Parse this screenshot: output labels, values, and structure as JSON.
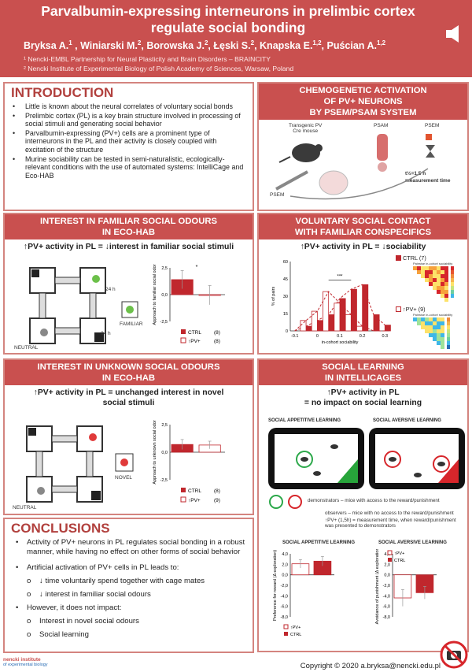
{
  "header": {
    "title_line1": "Parvalbumin-expressing interneurons in prelimbic cortex",
    "title_line2": "regulate social bonding",
    "authors": [
      {
        "name": "Bryksa A.",
        "sup": "1",
        "sep": " , "
      },
      {
        "name": "Winiarski M.",
        "sup": "2",
        "sep": ", "
      },
      {
        "name": "Borowska J.",
        "sup": "2",
        "sep": ", "
      },
      {
        "name": "Łęski S.",
        "sup": "2",
        "sep": ", "
      },
      {
        "name": "Knapska E.",
        "sup": "1,2",
        "sep": ", "
      },
      {
        "name": "Puścian A.",
        "sup": "1,2",
        "sep": ""
      }
    ],
    "affiliation1": "¹ Nencki-EMBL Partnership for Neural Plasticity and Brain Disorders – BRAINCITY",
    "affiliation2": "² Nencki Institute of Experimental Biology of Polish Academy of Sciences, Warsaw, Poland"
  },
  "intro": {
    "title": "INTRODUCTION",
    "items": [
      "Little is known about the neural correlates of voluntary social bonds",
      "Prelimbic cortex (PL) is a key brain structure involved in processing of social stimuli and generating social behavior",
      "Parvalbumin-expressing (PV+) cells are a prominent type of interneurons in the PL and their activity is closely coupled with excitation of the structure",
      "Murine sociability can be tested in semi-naturalistic, ecologically-relevant conditions with the use of automated systems: IntelliCage and Eco-HAB"
    ]
  },
  "chemo": {
    "title_l1": "CHEMOGENETIC ACTIVATION",
    "title_l2": "OF PV+ NEURONS",
    "title_l3": "BY PSEM/PSAM SYSTEM",
    "transgenic_l1": "Transgenic PV",
    "transgenic_l2": "Cre mouse",
    "psam": "PSAM",
    "psem_top": "PSEM",
    "psem_bottom": "PSEM",
    "half_life": "t½=1,5 h",
    "measurement": "measurement time"
  },
  "familiar": {
    "title_l1": "INTEREST IN FAMILIAR SOCIAL ODOURS",
    "title_l2": "IN ECO-HAB",
    "statement": "↑PV+ activity in PL = ↓interest in familiar social stimuli",
    "label_24h_a": "24 h",
    "label_24h_b": "24 h",
    "label_familiar": "FAMILIAR",
    "label_neutral": "NEUTRAL",
    "significance": "*",
    "chart_data": {
      "type": "bar",
      "categories": [
        "CTRL",
        "↑PV+"
      ],
      "values": [
        1.4,
        -0.05
      ],
      "errors": [
        0.85,
        0.9
      ],
      "ylabel": "Approach to familiar social odor",
      "yticks": [
        "2,5",
        "0,0",
        "-2,5"
      ],
      "ylim": [
        -2.5,
        2.5
      ],
      "legend": [
        {
          "name": "CTRL",
          "n": "(8)"
        },
        {
          "name": "↑PV+",
          "n": "(8)"
        }
      ]
    }
  },
  "voluntary": {
    "title_l1": "VOLUNTARY SOCIAL CONTACT",
    "title_l2": "WITH FAMILIAR CONSPECIFICS",
    "statement": "↑PV+ activity in PL = ↓sociability",
    "significance": "***",
    "legend_ctrl": "CTRL",
    "legend_ctrl_n": "(7)",
    "legend_pv": "↑PV+",
    "legend_pv_n": "(9)",
    "heatmap_caption": "Pairwise in-cohort sociability",
    "chart_data": {
      "type": "bar",
      "x": [
        -0.1,
        -0.05,
        0,
        0.05,
        0.1,
        0.15,
        0.2,
        0.25,
        0.3
      ],
      "xticks": [
        "-0.1",
        "0",
        "0.1",
        "0.2",
        "0.3"
      ],
      "yticks": [
        "0",
        "15",
        "30",
        "45",
        "60"
      ],
      "ylim": [
        0,
        60
      ],
      "xlabel": "in-cohort sociability",
      "ylabel": "% of pairs",
      "series": [
        {
          "name": "CTRL",
          "values": [
            0,
            4,
            9,
            14,
            28,
            36,
            40,
            14,
            5
          ]
        },
        {
          "name": "↑PV+",
          "values": [
            0,
            9,
            17,
            34,
            24,
            14,
            4,
            0,
            0
          ]
        }
      ]
    }
  },
  "unknown": {
    "title_l1": "INTEREST IN UNKNOWN SOCIAL ODOURS",
    "title_l2": "IN ECO-HAB",
    "statement_l1": "↑PV+ activity in PL = unchanged interest in novel",
    "statement_l2": "social stimuli",
    "label_novel": "NOVEL",
    "label_neutral": "NEUTRAL",
    "chart_data": {
      "type": "bar",
      "categories": [
        "CTRL",
        "↑PV+"
      ],
      "values": [
        0.7,
        0.65
      ],
      "errors": [
        0.45,
        0.35
      ],
      "ylabel": "Approach to unknown social odor",
      "yticks": [
        "2,5",
        "0,0",
        "-2,5"
      ],
      "ylim": [
        -2.5,
        2.5
      ],
      "legend": [
        {
          "name": "CTRL",
          "n": "(8)"
        },
        {
          "name": "↑PV+",
          "n": "(9)"
        }
      ]
    }
  },
  "social": {
    "title_l1": "SOCIAL LEARNING",
    "title_l2": "IN INTELLICAGES",
    "statement_l1": "↑PV+ activity in PL",
    "statement_l2": "= no impact on social learning",
    "appetitive": "SOCIAL APPETITIVE LEARNING",
    "aversive": "SOCIAL AVERSIVE LEARNING",
    "demonstrators": "demonstrators – mice with access to the reward/punishment",
    "observers": "observers – mice with no access to the reward/punishment",
    "pv_note_l1": "↑PV+ (1,5h) = measurement time, when reward/punishment",
    "pv_note_l2": "was presented to demonstrators",
    "appetitive_chart": {
      "type": "bar",
      "categories": [
        "↑PV+",
        "CTRL"
      ],
      "values": [
        2.1,
        2.6
      ],
      "errors": [
        0.8,
        0.9
      ],
      "ylabel": "Preference for reward (Δ exploration)",
      "yticks": [
        "4,0",
        "2,0",
        "0,0",
        "-2,0",
        "-4,0",
        "-6,0",
        "-8,0"
      ],
      "ylim": [
        -8,
        4
      ]
    },
    "aversive_chart": {
      "type": "bar",
      "categories": [
        "↑PV+",
        "CTRL"
      ],
      "values": [
        -4.4,
        -3.4
      ],
      "errors": [
        1.6,
        1.2
      ],
      "ylabel": "Avoidance of punishment (Δ exploration)",
      "yticks": [
        "4,0",
        "2,0",
        "0,0",
        "-2,0",
        "-4,0",
        "-6,0",
        "-8,0"
      ],
      "ylim": [
        -8,
        4
      ]
    }
  },
  "conclusions": {
    "title": "CONCLUSIONS",
    "p1": "Activity of PV+ neurons in PL regulates social bonding in a robust manner, while having no effect on other forms of social behavior",
    "p2": "Artificial activation of PV+ cells in PL leads to:",
    "p2_items": [
      "↓ time voluntarily spend together with cage mates",
      "↓ interest in familiar social odours"
    ],
    "p3": "However, it does not impact:",
    "p3_items": [
      "Interest in novel social odours",
      "Social learning"
    ]
  },
  "footer": {
    "copyright": "Copyright © 2020 a.bryksa@nencki.edu.pl",
    "logo_line1": "nencki institute",
    "logo_line2": "of experimental biology"
  },
  "colors": {
    "header": "#c9504f",
    "border": "#d4847f",
    "ctrl": "#c0272d",
    "pv": "#c0272d",
    "heading": "#b1403d"
  }
}
